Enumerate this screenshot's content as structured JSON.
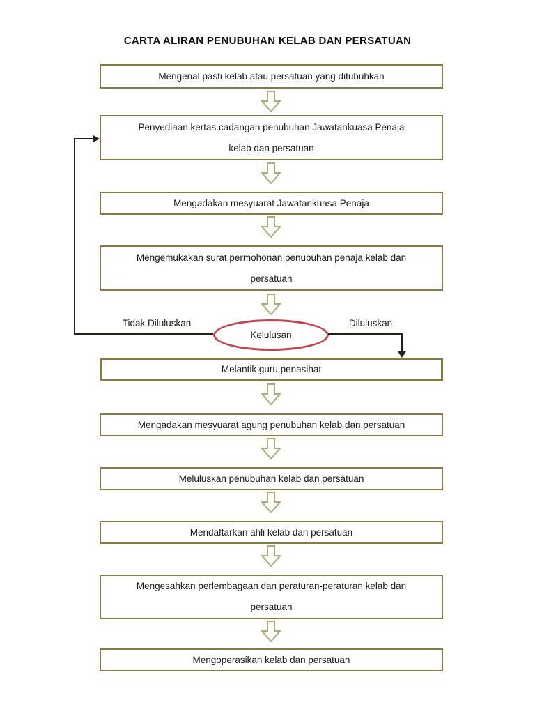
{
  "page": {
    "title": "CARTA ALIRAN PENUBUHAN KELAB DAN PERSATUAN"
  },
  "flow": {
    "boxes": [
      {
        "label": "Mengenal pasti kelab atau persatuan yang ditubuhkan"
      },
      {
        "label": "Penyediaan kertas cadangan penubuhan Jawatankuasa Penaja\nkelab dan persatuan"
      },
      {
        "label": "Mengadakan mesyuarat Jawatankuasa Penaja"
      },
      {
        "label": "Mengemukakan surat permohonan penubuhan penaja kelab dan\npersatuan"
      },
      {
        "label": "Melantik guru penasihat"
      },
      {
        "label": "Mengadakan mesyuarat agung penubuhan kelab dan persatuan"
      },
      {
        "label": "Meluluskan penubuhan kelab dan persatuan"
      },
      {
        "label": "Mendaftarkan ahli kelab dan persatuan"
      },
      {
        "label": "Mengesahkan perlembagaan dan peraturan-peraturan kelab dan\npersatuan"
      },
      {
        "label": "Mengoperasikan kelab dan persatuan"
      }
    ],
    "decision": {
      "label": "Kelulusan",
      "no_label": "Tidak Diluluskan",
      "yes_label": "Diluluskan"
    }
  },
  "colors": {
    "box_border": "#867a49",
    "arrow_outline": "#b2a87a",
    "decision_border": "#c0454c",
    "connector": "#23211a",
    "text": "#1a1a1a",
    "background": "#ffffff"
  }
}
